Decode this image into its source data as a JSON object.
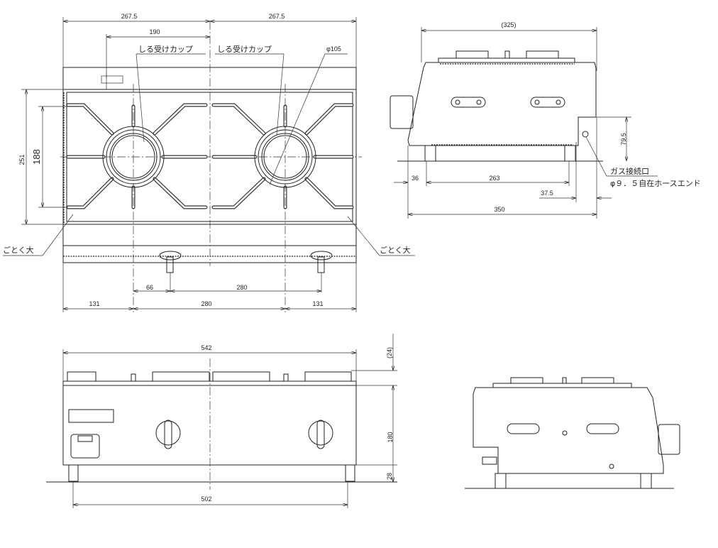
{
  "top_view": {
    "dim_left_half": "267.5",
    "dim_right_half": "267.5",
    "dim_190": "190",
    "label_cup_left": "しる受けカップ",
    "label_cup_right": "しる受けカップ",
    "dim_burner_dia": "φ105",
    "dim_depth": "251",
    "dim_grate": "188",
    "label_grate_left": "ごとく大",
    "label_grate_right": "ごとく大",
    "dim_66": "66",
    "dim_knob_pitch": "280",
    "dim_left_131": "131",
    "dim_burner_pitch": "280",
    "dim_right_131": "131"
  },
  "side_view": {
    "dim_top": "(325)",
    "dim_36": "36",
    "dim_263": "263",
    "dim_37_5": "37.5",
    "dim_350": "350",
    "dim_79_5": "79.5",
    "label_gas": "ガス接続口",
    "label_hose": "φ９．５自在ホースエンド"
  },
  "front_view": {
    "dim_width": "542",
    "dim_24": "(24)",
    "dim_180": "180",
    "dim_28": "28",
    "dim_502": "502"
  }
}
